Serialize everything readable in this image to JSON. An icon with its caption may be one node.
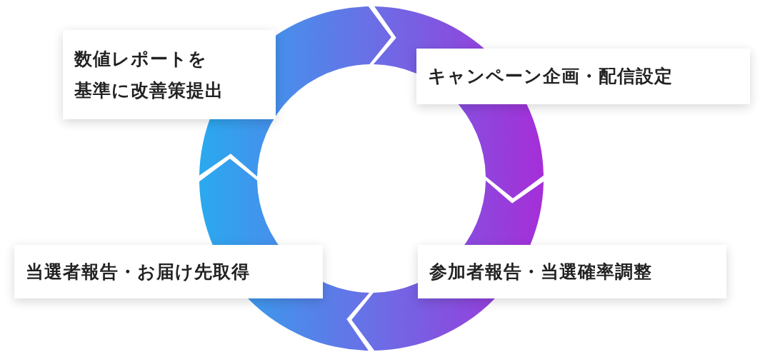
{
  "diagram": {
    "nodes": [
      {
        "text": [
          "数値レポートを基準に改善策提出"
        ]
      },
      {
        "text": [
          "キャンペーン企画・配信設定"
        ]
      },
      {
        "text": [
          "参加者報告・当選確率調整"
        ]
      },
      {
        "text": [
          "当選者報告・お届け先取得"
        ]
      }
    ],
    "edges": [
      {
        "from": 0,
        "to": 1,
        "arrow": "to"
      },
      {
        "from": 1,
        "to": 2,
        "arrow": "to"
      },
      {
        "from": 2,
        "to": 3,
        "arrow": "to"
      },
      {
        "from": 3,
        "to": 0,
        "arrow": "to"
      }
    ]
  }
}
